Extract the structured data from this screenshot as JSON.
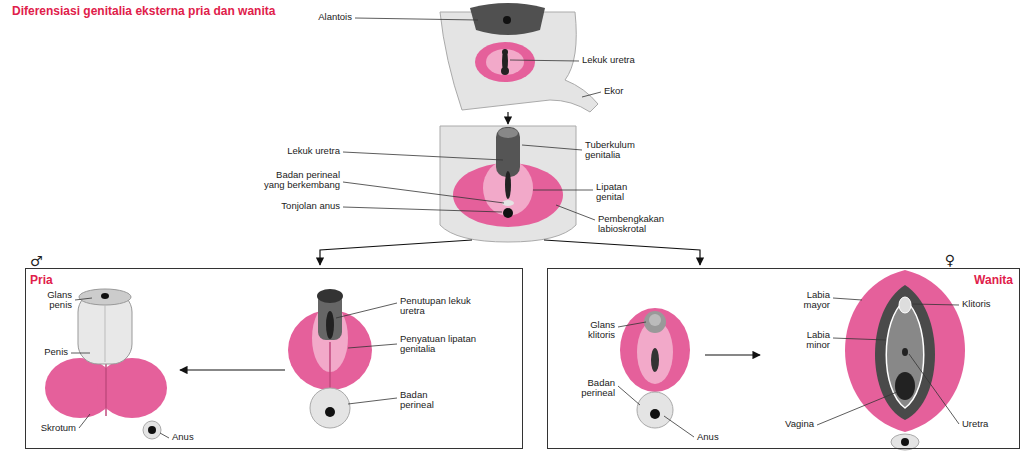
{
  "diagram": {
    "title": "Diferensiasi genitalia eksterna pria dan wanita",
    "nodes": [
      {
        "text": [
          "♂",
          "Pria"
        ]
      },
      {
        "text": [
          "♀",
          "Wanita"
        ]
      }
    ],
    "labels": [
      "Alantois",
      "Lekuk uretra",
      "Ekor",
      "Lekuk uretra",
      "Tuberkulum genitalia",
      "Badan perineal yang berkembang",
      "Lipatan genital",
      "Tonjolan anus",
      "Pembengkakan labioskrotal",
      "Glans penis",
      "Penutupan lekuk uretra",
      "Penis",
      "Penyatuan lipatan genitalia",
      "Badan perineal",
      "Skrotum",
      "Anus",
      "Glans klitoris",
      "Labia mayor",
      "Klitoris",
      "Labia minor",
      "Badan perineal",
      "Vagina",
      "Uretra",
      "Anus"
    ]
  }
}
